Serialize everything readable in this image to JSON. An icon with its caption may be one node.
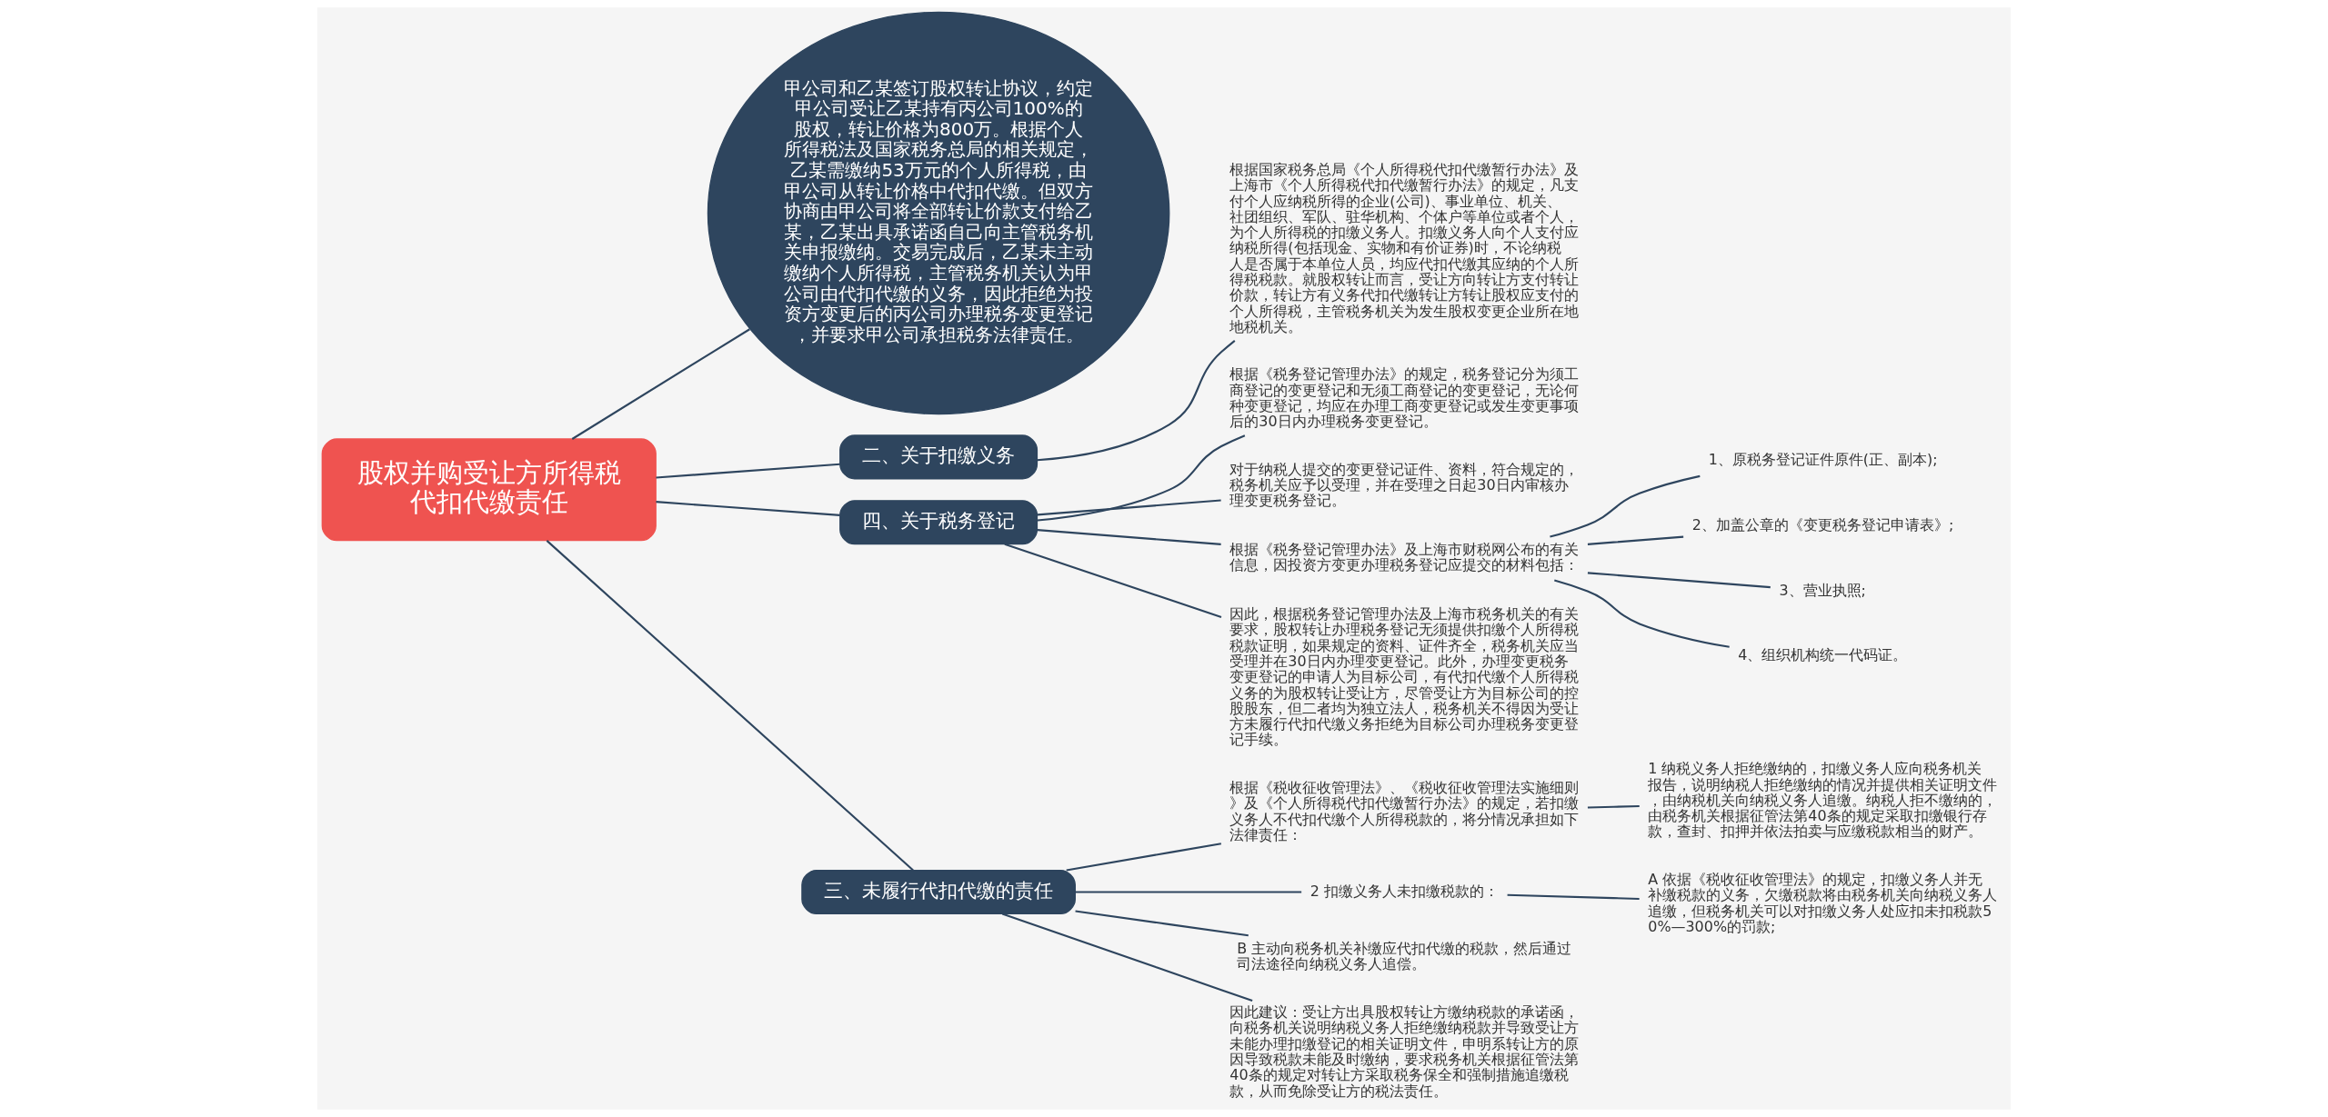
{
  "diagram": {
    "nodes": [
      {
        "text": [
          "股权并购受让方所得税代扣代缴责任"
        ]
      },
      {
        "text": [
          "甲公司和乙某签订股权转让协议，约定甲公司受让乙某持有丙公司100%的股权，转让价格为800万。根据个人所得税法及国家税务总局的相关规定，乙某需缴纳53万元的个人所得税，由甲公司从转让价格中代扣代缴。但双方协商由甲公司将全部转让价款支付给乙某，乙某出具承诺函自己向主管税务机关申报缴纳。交易完成后，乙某未主动缴纳个人所得税，主管税务机关认为甲公司由代扣代缴的义务，因此拒绝为投资方变更后的丙公司办理税务变更登记，并要求甲公司承担税务法律责任。"
        ]
      },
      {
        "text": [
          "二、关于扣缴义务"
        ]
      },
      {
        "text": [
          "根据国家税务总局《个人所得税代扣代缴暂行办法》及上海市《个人所得税代扣代缴暂行办法》的规定，凡支付个人应纳税所得的企业(公司)、事业单位、机关、社团组织、军队、驻华机构、个体户等单位或者个人，为个人所得税的扣缴义务人。扣缴义务人向个人支付应纳税所得(包括现金、实物和有价证券)时，不论纳税人是否属于本单位人员，均应代扣代缴其应纳的个人所得税税款。就股权转让而言，受让方向转让方支付转让价款，转让方有义务代扣代缴转让方转让股权应支付的个人所得税，主管税务机关为发生股权变更企业所在地地税机关。"
        ]
      },
      {
        "text": [
          "四、关于税务登记"
        ]
      },
      {
        "text": [
          "根据《税务登记管理办法》的规定，税务登记分为须工商登记的变更登记和无须工商登记的变更登记，无论何种变更登记，均应在办理工商变更登记或发生变更事项后的30日内办理税务变更登记。"
        ]
      },
      {
        "text": [
          "对于纳税人提交的变更登记证件、资料，符合规定的，税务机关应予以受理，并在受理之日起30日内审核办理变更税务登记。"
        ]
      },
      {
        "text": [
          "根据《税务登记管理办法》及上海市财税网公布的有关信息，因投资方变更办理税务登记应提交的材料包括："
        ]
      },
      {
        "text": [
          "1、原税务登记证件原件(正、副本);"
        ]
      },
      {
        "text": [
          "2、加盖公章的《变更税务登记申请表》;"
        ]
      },
      {
        "text": [
          "3、营业执照;"
        ]
      },
      {
        "text": [
          "4、组织机构统一代码证。"
        ]
      },
      {
        "text": [
          "因此，根据税务登记管理办法及上海市税务机关的有关要求，股权转让办理税务登记无须提供扣缴个人所得税税款证明，如果规定的资料、证件齐全，税务机关应当受理并在30日内办理变更登记。此外，办理变更税务变更登记的申请人为目标公司，有代扣代缴个人所得税义务的为股权转让受让方，尽管受让方为目标公司的控股股东，但二者均为独立法人，税务机关不得因为受让方未履行代扣代缴义务拒绝为目标公司办理税务变更登记手续。"
        ]
      },
      {
        "text": [
          "三、未履行代扣代缴的责任"
        ]
      },
      {
        "text": [
          "根据《税收征收管理法》、《税收征收管理法实施细则》及《个人所得税代扣代缴暂行办法》的规定，若扣缴义务人不代扣代缴个人所得税款的，将分情况承担如下法律责任："
        ]
      },
      {
        "text": [
          "1 纳税义务人拒绝缴纳的，扣缴义务人应向税务机关报告，说明纳税人拒绝缴纳的情况并提供相关证明文件，由纳税机关向纳税义务人追缴。纳税人拒不缴纳的，由税务机关根据征管法第40条的规定采取扣缴银行存款，查封、扣押并依法拍卖与应缴税款相当的财产。"
        ]
      },
      {
        "text": [
          "2 扣缴义务人未扣缴税款的："
        ]
      },
      {
        "text": [
          "A 依据《税收征收管理法》的规定，扣缴义务人并无补缴税款的义务，欠缴税款将由税务机关向纳税义务人追缴，但税务机关可以对扣缴义务人处应扣未扣税款50%—300%的罚款;"
        ]
      },
      {
        "text": [
          "B 主动向税务机关补缴应代扣代缴的税款，然后通过司法途径向纳税义务人追偿。"
        ]
      },
      {
        "text": [
          "因此建议：受让方出具股权转让方缴纳税款的承诺函，向税务机关说明纳税义务人拒绝缴纳税款并导致受让方未能办理扣缴登记的相关证明文件，申明系转让方的原因导致税款未能及时缴纳，要求税务机关根据征管法第40条的规定对转让方采取税务保全和强制措施追缴税款，从而免除受让方的税法责任。"
        ]
      }
    ],
    "edges": [
      {
        "from": 0,
        "to": 1,
        "arrow": "none"
      },
      {
        "from": 0,
        "to": 2,
        "arrow": "none"
      },
      {
        "from": 2,
        "to": 3,
        "arrow": "none"
      },
      {
        "from": 0,
        "to": 4,
        "arrow": "none"
      },
      {
        "from": 4,
        "to": 5,
        "arrow": "none"
      },
      {
        "from": 4,
        "to": 6,
        "arrow": "none"
      },
      {
        "from": 4,
        "to": 7,
        "arrow": "none"
      },
      {
        "from": 7,
        "to": 8,
        "arrow": "none"
      },
      {
        "from": 7,
        "to": 9,
        "arrow": "none"
      },
      {
        "from": 7,
        "to": 10,
        "arrow": "none"
      },
      {
        "from": 7,
        "to": 11,
        "arrow": "none"
      },
      {
        "from": 4,
        "to": 12,
        "arrow": "none"
      },
      {
        "from": 0,
        "to": 13,
        "arrow": "none"
      },
      {
        "from": 13,
        "to": 14,
        "arrow": "none"
      },
      {
        "from": 14,
        "to": 15,
        "arrow": "none"
      },
      {
        "from": 13,
        "to": 16,
        "arrow": "none"
      },
      {
        "from": 16,
        "to": 17,
        "arrow": "none"
      },
      {
        "from": 13,
        "to": 18,
        "arrow": "none"
      },
      {
        "from": 13,
        "to": 19,
        "arrow": "none"
      }
    ]
  }
}
